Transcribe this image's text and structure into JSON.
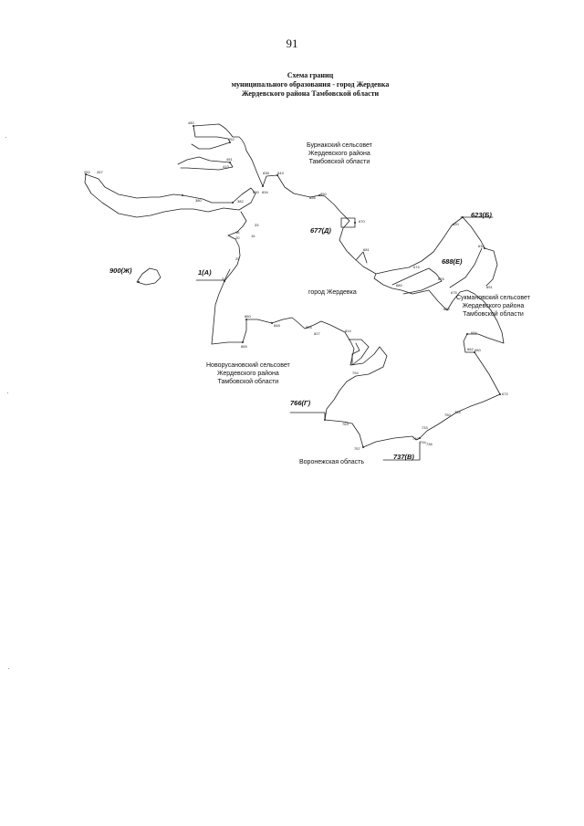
{
  "page_number": "91",
  "title": {
    "line1": "Схема границ",
    "line2": "муниципального образования - город Жердевка",
    "line3": "Жердевского района Тамбовской области"
  },
  "regions": {
    "burnak": [
      "Бурнакский сельсовет",
      "Жердевского района",
      "Тамбовской области"
    ],
    "zherdevka": "город Жердевка",
    "sukmanov": [
      "Сукмановский сельсовет",
      "Жердевского района",
      "Тамбовской области"
    ],
    "novorusanov": [
      "Новорусановский сельсовет",
      "Жердевского района",
      "Тамбовской области"
    ],
    "voronezh": "Воронежская область"
  },
  "corner_points": {
    "a": "1(А)",
    "b": "623(Б)",
    "v": "737(В)",
    "g": "766(Г)",
    "d": "677(Д)",
    "e": "688(Е)",
    "zh": "900(Ж)"
  },
  "point_numbers": {
    "p480": "480",
    "p452": "452",
    "p451": "451",
    "p413": "413",
    "p252": "252",
    "p267": "267",
    "p380": "380",
    "p382": "382",
    "p830": "830",
    "p834": "834",
    "p838": "838",
    "p843": "843",
    "p850": "850",
    "p856": "856",
    "p670": "670",
    "p681": "681",
    "p620": "620",
    "p632": "632",
    "p691": "691",
    "p674": "674",
    "p676": "676",
    "p680": "680",
    "p675": "675",
    "p682": "682",
    "p684": "684",
    "p662": "662",
    "p660": "660",
    "p672": "672",
    "p33": "33",
    "p16": "16",
    "p15": "15",
    "p20": "20",
    "p25": "25",
    "p3": "3",
    "p860": "860",
    "p848": "848",
    "p865": "865",
    "p826": "826",
    "p827": "827",
    "p814": "814",
    "p794": "794",
    "p763": "763",
    "p757": "757",
    "p724": "724",
    "p733": "733",
    "p750": "750",
    "p740": "740",
    "p734": "734",
    "p736": "736"
  }
}
